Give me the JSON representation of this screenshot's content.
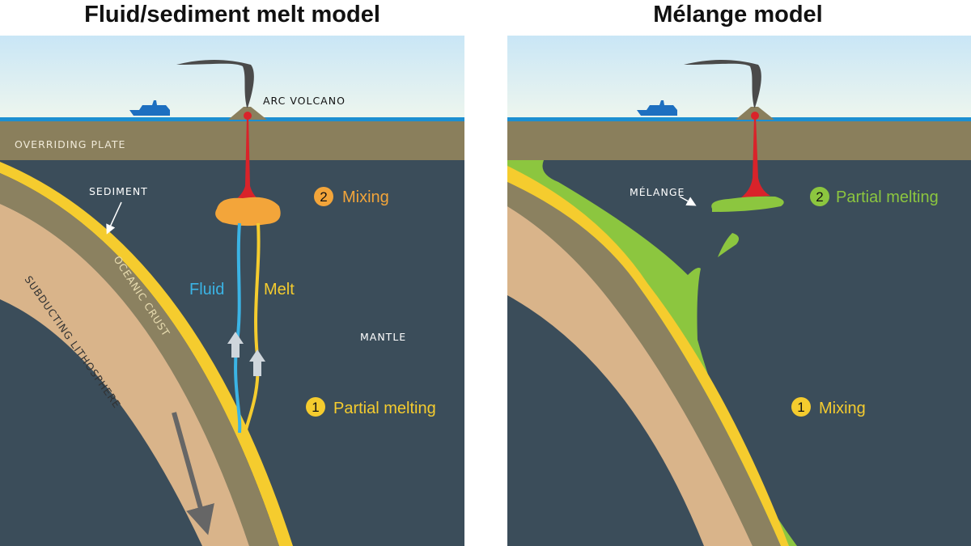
{
  "panels": [
    {
      "title": "Fluid/sediment melt model",
      "labels": {
        "volcano": "ARC VOLCANO",
        "plate": "OVERRIDING PLATE",
        "sediment": "SEDIMENT",
        "crust": "OCEANIC CRUST",
        "lithosphere": "SUBDUCTING LITHOSPHERE",
        "mantle": "MANTLE",
        "fluid": "Fluid",
        "melt": "Melt"
      },
      "steps": [
        {
          "number": "1",
          "label": "Partial melting",
          "color": "#f5cc2e"
        },
        {
          "number": "2",
          "label": "Mixing",
          "color": "#f3a53a"
        }
      ]
    },
    {
      "title": "Mélange model",
      "labels": {
        "melange": "MÉLANGE"
      },
      "steps": [
        {
          "number": "1",
          "label": "Mixing",
          "color": "#f5cc2e"
        },
        {
          "number": "2",
          "label": "Partial melting",
          "color": "#8cc63f"
        }
      ]
    }
  ],
  "colors": {
    "mantle": "#3b4d5a",
    "plate": "#8a7f5c",
    "sediment": "#f5cc2e",
    "lithosphere": "#d9b48a",
    "melange": "#8cc63f",
    "magma": "#d9232a",
    "fluid": "#3bb4e5"
  }
}
